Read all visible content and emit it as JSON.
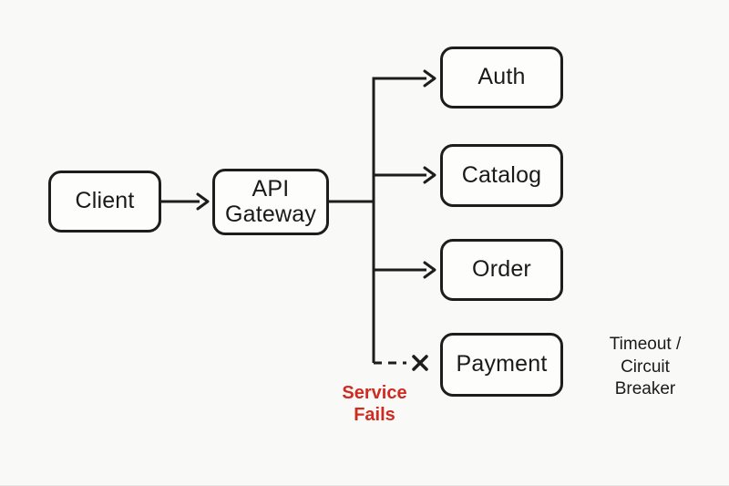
{
  "diagram": {
    "nodes": {
      "client": {
        "label": "Client"
      },
      "api_gateway": {
        "label": "API Gateway"
      },
      "auth": {
        "label": "Auth"
      },
      "catalog": {
        "label": "Catalog"
      },
      "order": {
        "label": "Order"
      },
      "payment": {
        "label": "Payment"
      }
    },
    "annotations": {
      "service_fails": {
        "text": "Service Fails"
      },
      "timeout_breaker": {
        "text": "Timeout / Circuit Breaker"
      }
    },
    "edges": {
      "client_to_gateway": {
        "style": "solid-arrow"
      },
      "gateway_to_branch": {
        "style": "solid"
      },
      "branch_to_auth": {
        "style": "solid-arrow"
      },
      "branch_to_catalog": {
        "style": "solid-arrow"
      },
      "branch_to_order": {
        "style": "solid-arrow"
      },
      "branch_to_payment": {
        "style": "dashed-failed-x"
      }
    },
    "colors": {
      "line": "#1d1d1b",
      "text": "#1a1a18",
      "error": "#d02b20",
      "background": "#f9f9f7",
      "node_fill": "#fdfdfc"
    }
  }
}
